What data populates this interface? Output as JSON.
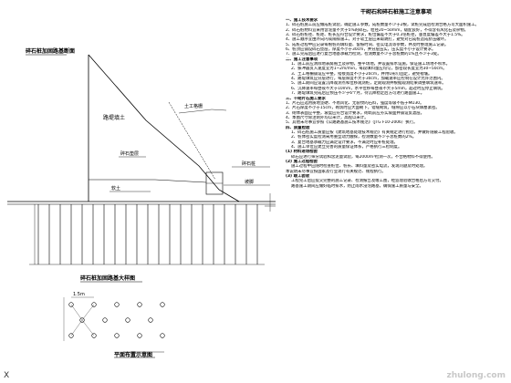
{
  "drawing": {
    "section_title": "碎石桩加固路基断面",
    "detail_title": "碎石桩加固路基大样图",
    "layout_title": "平面布置示意图",
    "labels": {
      "fill": "路堤填土",
      "geogrid": "土工格栅",
      "cushion": "碎石垫层",
      "soft_soil": "软土",
      "gravel_pile": "碎石桩",
      "toe": "坡脚",
      "spacing": "1.5m"
    },
    "watermark": "zhulong.com",
    "corner_mark": "X"
  },
  "notes": {
    "title": "干砌石和碎石桩施工注意事项",
    "lines": [
      {
        "t": "一、施工技术要求",
        "h": true
      },
      {
        "t": "1、碎石桩施工前应做成桩试验，确定施工参数，成桩数量不少于2根，试桩完成后检测合格方可大面积施工。"
      },
      {
        "t": "2、碎石桩材料宜采用含泥量不大于5%的碎石，粒径20~50mm，级配良好，不得含有风化石及杂物。"
      },
      {
        "t": "3、碎石桩桩径、桩距、桩长应符合设计要求，桩位偏差不大于0.3倍桩径，垂直度偏差不大于1.5%。"
      },
      {
        "t": "4、施工顺序宜由外向内或隔排施工，对于软土层应采取跳打，避免对已成桩造成挤压破坏。"
      },
      {
        "t": "5、成桩过程中应记录每根桩的填料量、留振时间、密实电流等参数，并及时整理施工记录。"
      },
      {
        "t": "6、桩顶应铺设碎石垫层，厚度不小于30cm，并分层压实，压实度不小于设计要求。"
      },
      {
        "t": "7、施工完成后应进行复合地基承载力检测，检测数量不少于总桩数的1%且不少于3处。"
      },
      {
        "t": "二、施工注意事项",
        "h": true
      },
      {
        "t": "1、施工前应清除地表腐殖土及杂物，整平场地，并设置排水设施，保证施工场地不积水。",
        "ind": true
      },
      {
        "t": "2、振冲器贯入速度宜为1~2m/min，每段填料量应均匀，加密段长度宜为30~50cm。",
        "ind": true
      },
      {
        "t": "3、土工格栅铺设应平整，搭接宽度不小于20cm，并用U形钉固定，避免褶皱。",
        "ind": true
      },
      {
        "t": "4、路堤填筑应分层进行，每层厚度不大于30cm，加载速率应控制在设计允许范围内。",
        "ind": true
      },
      {
        "t": "5、施工期间应设置沉降观测点和位移观测桩，定期观测并根据观测结果调整填筑速率。",
        "ind": true
      },
      {
        "t": "6、沉降速率每昼夜不大于10mm，水平位移每昼夜不大于5mm，超过时应停止填筑。",
        "ind": true
      },
      {
        "t": "7、路堤填筑完成后应预压不少于6个月，待沉降稳定后方可进行路面施工。",
        "ind": true
      },
      {
        "t": "三、干砌片石施工要求",
        "h": true
      },
      {
        "t": "1、片石应选用质地坚硬、不易风化、无裂纹的石料，强度等级不低于MU30。"
      },
      {
        "t": "2、片石厚度不小于15cm，砌筑时应大面朝下，错缝砌筑，缝隙应以小石块填塞紧密。"
      },
      {
        "t": "3、砌体表面应平整，坡度应符合设计要求，砌筑前应夯实坡面并铺设反滤层。"
      },
      {
        "t": "4、本图尺寸除注明外均以米计，高程以米计。"
      },
      {
        "t": "5、其他未尽事宜参照《公路路基施工技术规范》（JTG F10-2006）执行。"
      },
      {
        "t": "四、质量检验",
        "h": true
      },
      {
        "t": "1、碎石桩施工质量应按《建筑地基处理技术规范》有关规定进行检验，并做好隐蔽工程验收。",
        "ind": true
      },
      {
        "t": "2、桩体密实度检测采用重型动力触探，检测数量不少于总桩数的2%。",
        "ind": true
      },
      {
        "t": "3、复合地基承载力应满足设计要求，不满足时应补桩处理。",
        "ind": true
      },
      {
        "t": "4、施工单位应建立完善的质量保证体系，严格执行三检制度。",
        "ind": true
      },
      {
        "t": "(1) 材料进场检验",
        "h": true
      },
      {
        "t": "碎石应进行筛分试验和含泥量试验，每2000m³检测一次，不合格材料不得使用。",
        "ind": true
      },
      {
        "t": "(2) 施工过程检验",
        "h": true
      },
      {
        "t": "施工过程中应随时检查桩位、桩长、填料量及密实电流，发现问题及时处理。",
        "ind": true
      },
      {
        "t": "本说明未尽事宜按国家及行业现行有关规范、规程执行。"
      },
      {
        "t": "(3) 竣工验收",
        "h": true
      },
      {
        "t": "工程完工后应提交完整的施工记录、检测报告及竣工图，经监理验收合格后方可交付。",
        "ind": true
      },
      {
        "t": "路基施工期间应做好临时排水，防止雨水浸泡路基，确保施工质量与安全。",
        "ind": true
      }
    ]
  }
}
